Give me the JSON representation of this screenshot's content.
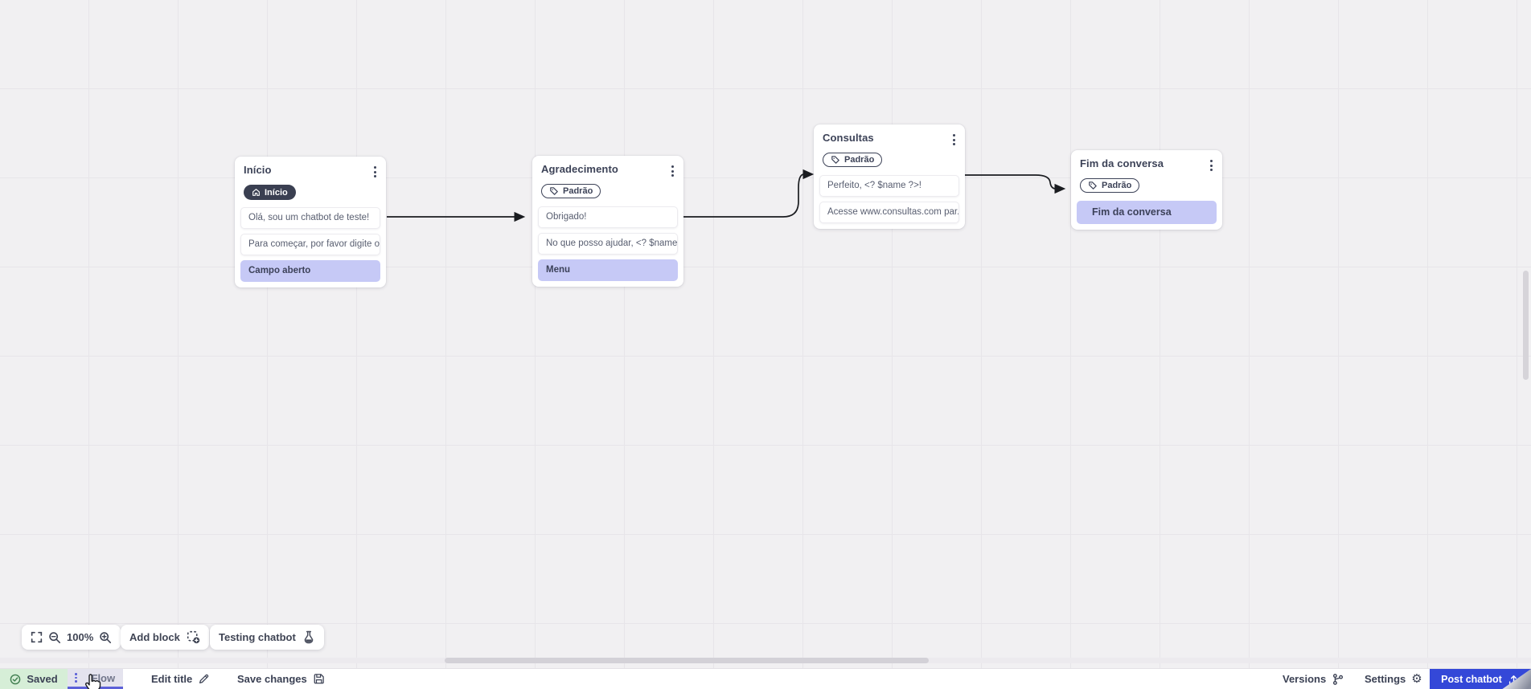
{
  "nodes": [
    {
      "title": "Início",
      "badge_label": "Início",
      "msg1": "Olá, sou um chatbot de teste!",
      "msg2": "Para começar, por favor digite o ...",
      "action": "Campo aberto"
    },
    {
      "title": "Agradecimento",
      "badge_label": "Padrão",
      "msg1": "Obrigado!",
      "msg2": "No que posso ajudar, <? $name ...",
      "action": "Menu"
    },
    {
      "title": "Consultas",
      "badge_label": "Padrão",
      "msg1": "Perfeito, <? $name ?>!",
      "msg2": "Acesse www.consultas.com par..."
    },
    {
      "title": "Fim da conversa",
      "badge_label": "Padrão",
      "action": "Fim da conversa"
    }
  ],
  "toolbar": {
    "zoom_level": "100%",
    "add_block_label": "Add block",
    "testing_label": "Testing chatbot"
  },
  "statusbar": {
    "saved_label": "Saved",
    "flow_tab_label": "Flow",
    "edit_title_label": "Edit title",
    "save_changes_label": "Save changes",
    "versions_label": "Versions",
    "settings_label": "Settings",
    "post_button_label": "Post chatbot"
  },
  "colors": {
    "action_purple": "#c6c9f6",
    "primary_blue": "#3448d8",
    "badge_dark": "#3a3f51",
    "saved_green": "#d6eed7",
    "wire_black": "#1a1c20"
  }
}
